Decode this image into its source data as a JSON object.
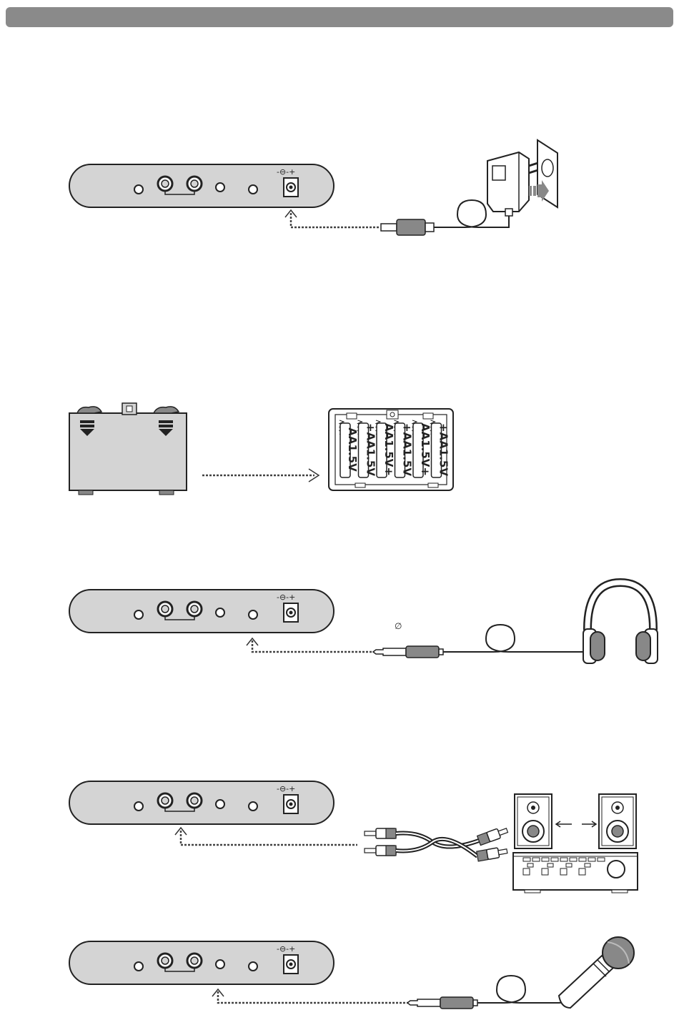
{
  "header": {
    "bar_color": "#8a8a8a"
  },
  "device": {
    "polarity_label": "-⊖-+"
  },
  "power_section": {
    "icons": [
      "power-adapter-icon",
      "wall-outlet-icon",
      "dc-plug-icon"
    ]
  },
  "battery_section": {
    "cells": [
      {
        "label": "AA1.5V"
      },
      {
        "label": "+AA1.5V"
      },
      {
        "label": "AA1.5V+"
      },
      {
        "label": "+AA1.5V"
      },
      {
        "label": "AA1.5V+"
      },
      {
        "label": "+AA1.5V"
      }
    ]
  },
  "headphone_section": {
    "jack_symbol": "∅",
    "icons": [
      "headphones-icon",
      "quarter-inch-plug-icon"
    ]
  },
  "amplifier_section": {
    "icons": [
      "speaker-left-icon",
      "speaker-right-icon",
      "amplifier-icon",
      "rca-cable-icon"
    ]
  },
  "microphone_section": {
    "icons": [
      "microphone-icon",
      "quarter-inch-plug-icon"
    ]
  },
  "colors": {
    "body_fill": "#d4d4d4",
    "stroke": "#222222",
    "dashed": "#444444",
    "accent_gray": "#888888"
  }
}
